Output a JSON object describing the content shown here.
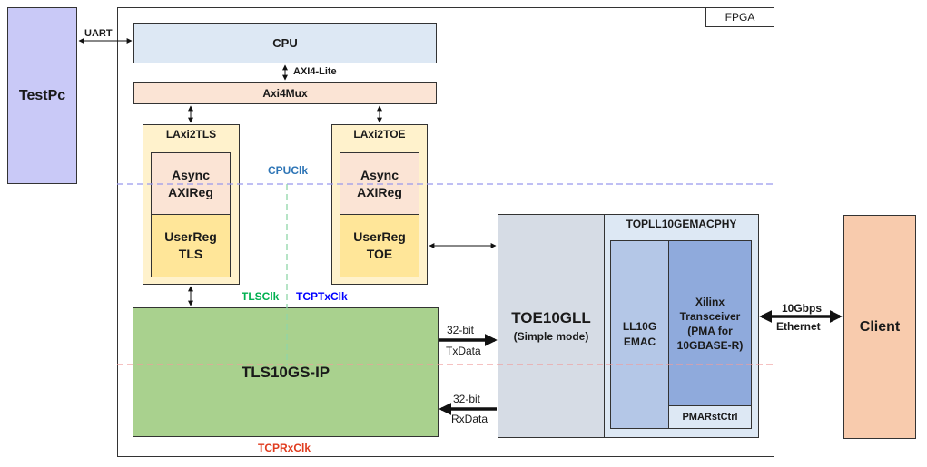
{
  "fpga": {
    "label": "FPGA"
  },
  "testpc": {
    "label": "TestPc",
    "link": "UART"
  },
  "cpu": {
    "label": "CPU",
    "bus": "AXI4-Lite"
  },
  "axi4mux": {
    "label": "Axi4Mux"
  },
  "laxi2tls": {
    "title": "LAxi2TLS",
    "async_line1": "Async",
    "async_line2": "AXIReg",
    "user_line1": "UserReg",
    "user_line2": "TLS"
  },
  "laxi2toe": {
    "title": "LAxi2TOE",
    "async_line1": "Async",
    "async_line2": "AXIReg",
    "user_line1": "UserReg",
    "user_line2": "TOE"
  },
  "clocks": {
    "cpu": "CPUClk",
    "tls": "TLSClk",
    "tcptx": "TCPTxClk",
    "tcprx": "TCPRxClk"
  },
  "tls_ip": {
    "label": "TLS10GS-IP"
  },
  "tx": {
    "width": "32-bit",
    "name": "TxData"
  },
  "rx": {
    "width": "32-bit",
    "name": "RxData"
  },
  "toe": {
    "line1": "TOE10GLL",
    "line2": "(Simple mode)"
  },
  "phy": {
    "title": "TOPLL10GEMACPHY",
    "emac_line1": "LL10G",
    "emac_line2": "EMAC",
    "xcvr_line1": "Xilinx",
    "xcvr_line2": "Transceiver",
    "xcvr_line3": "(PMA for",
    "xcvr_line4": "10GBASE-R)",
    "pmarst": "PMARstCtrl"
  },
  "ethernet": {
    "line1": "10Gbps",
    "line2": "Ethernet"
  },
  "client": {
    "label": "Client"
  },
  "colors": {
    "cpuclk": "#2e75b6",
    "tlsclk": "#00b050",
    "tcptx": "#0000ff",
    "tcprx": "#e03c1f"
  }
}
